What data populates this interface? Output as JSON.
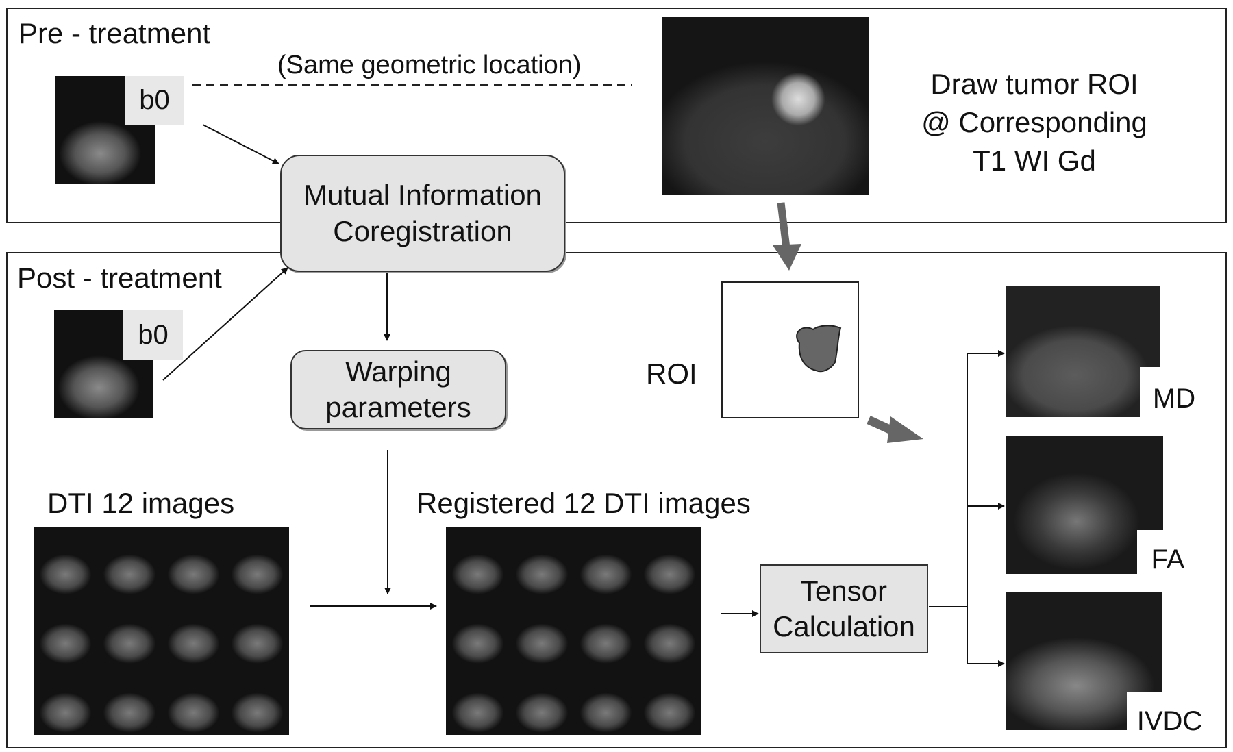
{
  "pre_panel": {
    "title": "Pre - treatment",
    "b0_label": "b0",
    "same_location_note": "(Same geometric location)",
    "roi_instruction": [
      "Draw tumor ROI",
      "@ Corresponding",
      "T1 WI Gd"
    ]
  },
  "post_panel": {
    "title": "Post - treatment",
    "b0_label": "b0",
    "roi_label": "ROI",
    "dti_label": "DTI 12 images",
    "registered_label": "Registered 12 DTI images"
  },
  "process_boxes": {
    "coregistration": [
      "Mutual Information",
      "Coregistration"
    ],
    "warping": [
      "Warping",
      "parameters"
    ],
    "tensor": [
      "Tensor",
      "Calculation"
    ]
  },
  "output_maps": [
    {
      "label": "MD"
    },
    {
      "label": "FA"
    },
    {
      "label": "IVDC"
    }
  ],
  "colors": {
    "box_fill": "#e4e4e4",
    "thick_arrow": "#666666",
    "roi_fill": "#666666"
  }
}
